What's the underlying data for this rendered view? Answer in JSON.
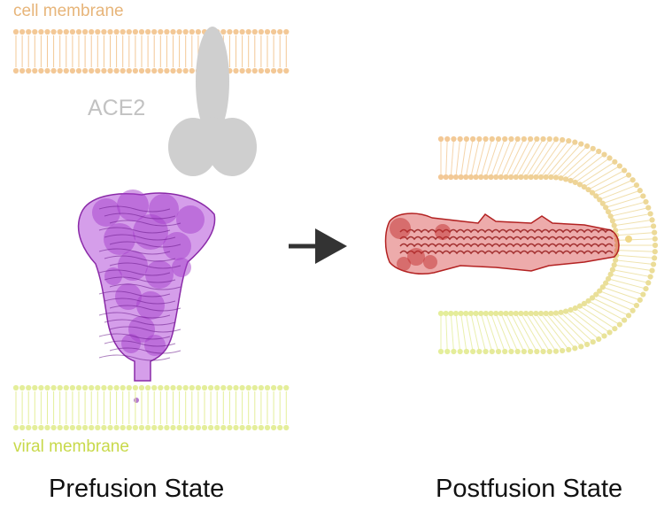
{
  "labels": {
    "cell_membrane": "cell membrane",
    "viral_membrane": "viral membrane",
    "receptor": "ACE2",
    "prefusion": "Prefusion State",
    "postfusion": "Postfusion State"
  },
  "colors": {
    "cell_membrane": "#f3c896",
    "viral_membrane": "#e4ee9a",
    "receptor": "#cfcfcf",
    "prefusion_protein": "#b34fd8",
    "postfusion_protein": "#d64545",
    "arrow": "#333333"
  }
}
